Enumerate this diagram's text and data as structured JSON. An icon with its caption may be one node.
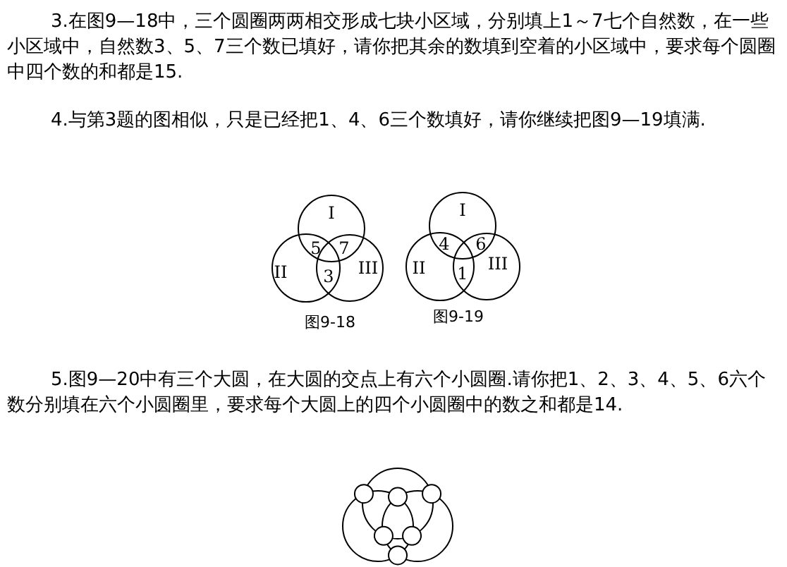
{
  "diagram": {
    "labels": [
      "3.在图9—18中，三个圆圈两两相交形成七块小区域，分别填上1～7七个自然数，在一些小区域中，自然数3、5、7三个数已填好，请你把其余的数填到空着的小区域中，要求每个圆圈中四个数的和都是15.",
      "4.与第3题的图相似，只是已经把1、4、6三个数填好，请你继续把图9—19填满.",
      "I",
      "5",
      "7",
      "II",
      "III",
      "3",
      "图9-18",
      "I",
      "4",
      "6",
      "II",
      "III",
      "1",
      "图9-19",
      "5.图9—20中有三个大圆，在大圆的交点上有六个小圆圈.请你把1、2、3、4、5、6六个数分别填在六个小圆圈里，要求每个大圆上的四个小圆圈中的数之和都是14."
    ]
  }
}
